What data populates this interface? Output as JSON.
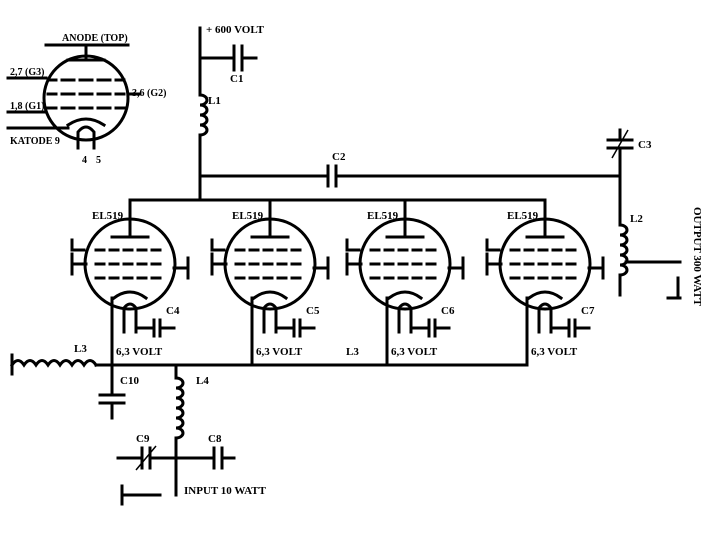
{
  "supply": {
    "label": "+ 600 VOLT"
  },
  "key": {
    "anode": "ANODE (TOP)",
    "g3": "2,7 (G3)",
    "g1": "1,8 (G1)",
    "g2": "3,6 (G2)",
    "cathode": "KATODE 9",
    "heater_a": "4",
    "heater_b": "5"
  },
  "tubes": [
    "EL519",
    "EL519",
    "EL519",
    "EL519"
  ],
  "heater_label": "6,3 VOLT",
  "caps": {
    "c1": "C1",
    "c2": "C2",
    "c3": "C3",
    "c4": "C4",
    "c5": "C5",
    "c6": "C6",
    "c7": "C7",
    "c8": "C8",
    "c9": "C9",
    "c10": "C10"
  },
  "inductors": {
    "l1": "L1",
    "l2": "L2",
    "l3a": "L3",
    "l3b": "L3",
    "l4": "L4"
  },
  "output": {
    "label": "OUTPUT 300 WATT"
  },
  "input": {
    "label": "INPUT 10 WATT"
  }
}
